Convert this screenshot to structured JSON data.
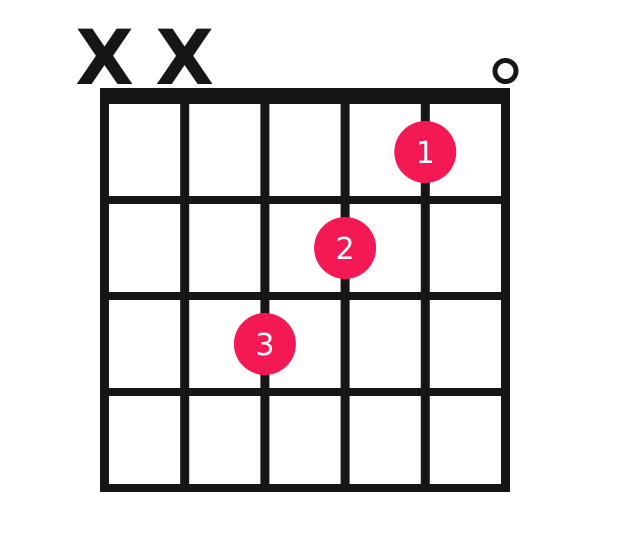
{
  "chord_diagram": {
    "type": "guitar-chord",
    "strings": 6,
    "frets": 4,
    "muted_marks": [
      {
        "symbol": "X",
        "string": 1
      },
      {
        "symbol": "X",
        "string": 2
      }
    ],
    "open_marks": [
      {
        "symbol": "o",
        "string": 6
      }
    ],
    "fingers": [
      {
        "label": "1",
        "string": 5,
        "fret": 1
      },
      {
        "label": "2",
        "string": 4,
        "fret": 2
      },
      {
        "label": "3",
        "string": 3,
        "fret": 3
      }
    ],
    "colors": {
      "line": "#161616",
      "dot": "#f41955",
      "dot_label": "#ffffff",
      "background": "#ffffff"
    }
  }
}
